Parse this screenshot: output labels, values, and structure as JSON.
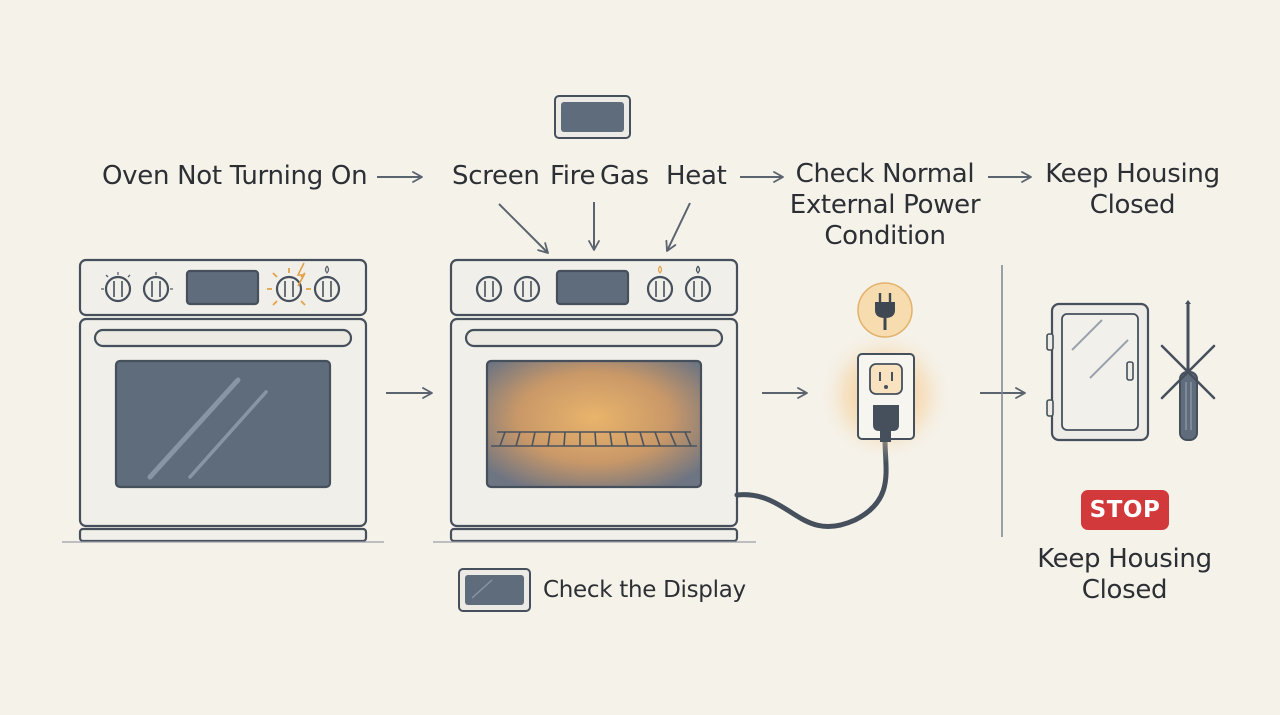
{
  "labels": {
    "start": "Oven Not Turning On",
    "screen": "Screen",
    "fire": "Fire",
    "gas": "Gas",
    "heat": "Heat",
    "check_power_line1": "Check Normal",
    "check_power_line2": "External Power",
    "check_power_line3": "Condition",
    "keep_top_line1": "Keep Housing",
    "keep_top_line2": "Closed",
    "check_display": "Check the Display",
    "stop_badge": "STOP",
    "keep_bottom_line1": "Keep Housing",
    "keep_bottom_line2": "Closed"
  },
  "colors": {
    "background": "#f5f2ea",
    "stroke": "#45505c",
    "glass": "#5f6c7c",
    "glow": "#f0b15a",
    "stop": "#d2393b"
  },
  "icons": [
    "oven-icon",
    "display-icon",
    "plug-icon",
    "outlet-icon",
    "housing-panel-icon",
    "screwdriver-icon",
    "cross-icon",
    "arrow-icon"
  ]
}
